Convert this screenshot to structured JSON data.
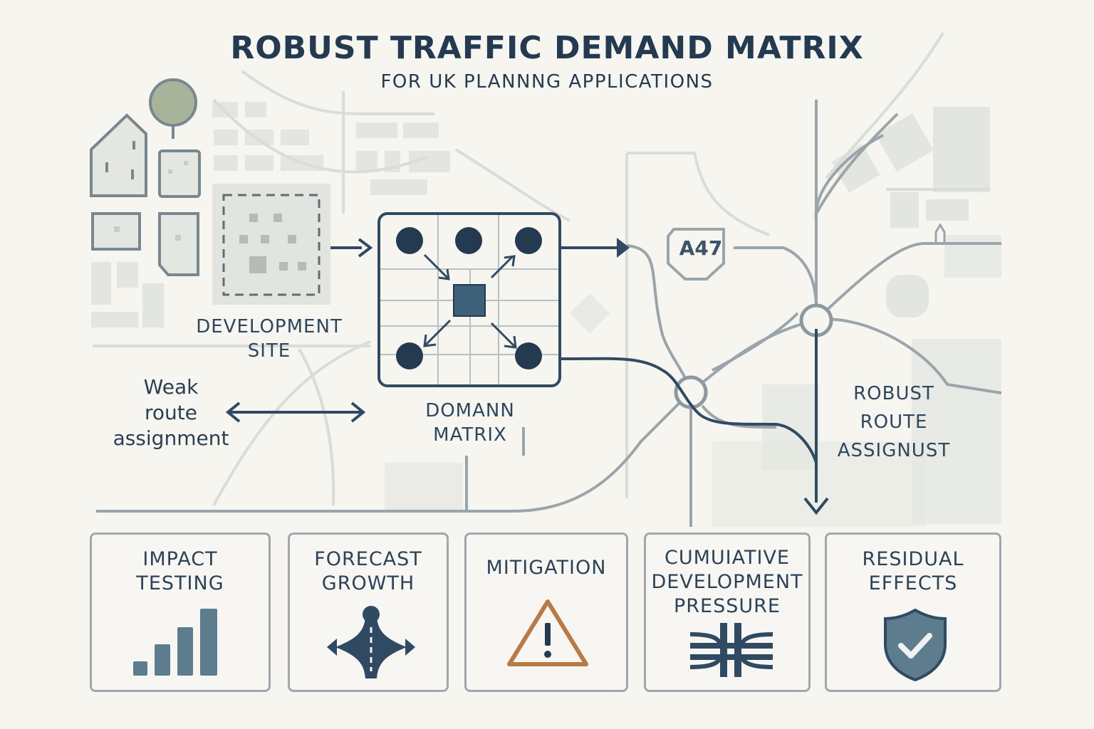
{
  "header": {
    "title": "ROBUST TRAFFIC DEMAND MATRIX",
    "subtitle": "FOR UK PLANNNG APPLICATIONS"
  },
  "map": {
    "development_site_label": "DEVELOPMENT\nSITE",
    "weak_route_label": "Weak\nroute\nassignment",
    "matrix_label": "DOMANN\nMATRIX",
    "robust_route_label": "ROBUST\nROUTE\nASSIGNUST",
    "road_shield": "A47"
  },
  "cards": [
    {
      "label": "IMPACT\nTESTING",
      "icon": "bar-chart-icon"
    },
    {
      "label": "FORECAST\nGROWTH",
      "icon": "junction-arrows-icon"
    },
    {
      "label": "MITIGATION",
      "icon": "warning-icon"
    },
    {
      "label": "CUMUIATIVE\nDEVELOPMENT\nPRESSURE",
      "icon": "interchange-icon"
    },
    {
      "label": "RESIDUAL\nEFFECTS",
      "icon": "shield-check-icon"
    }
  ],
  "colors": {
    "primary": "#2f4a62",
    "road": "#8d9aa2",
    "block": "#e2e4df",
    "warning": "#b97a45",
    "bars": "#5d7d8f"
  }
}
